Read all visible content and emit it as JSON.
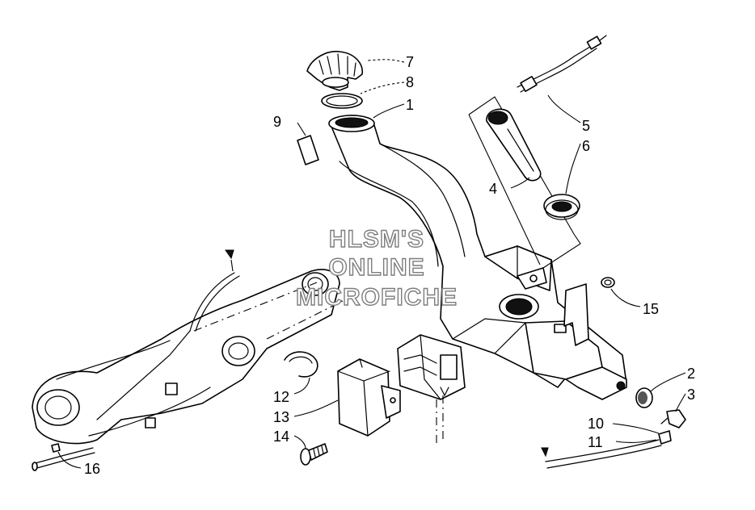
{
  "diagram": {
    "watermark": [
      "HLSM'S",
      "ONLINE",
      "MICROFICHE"
    ],
    "callouts": [
      "1",
      "2",
      "3",
      "4",
      "5",
      "6",
      "7",
      "8",
      "9",
      "10",
      "11",
      "12",
      "13",
      "14",
      "15",
      "16"
    ]
  }
}
